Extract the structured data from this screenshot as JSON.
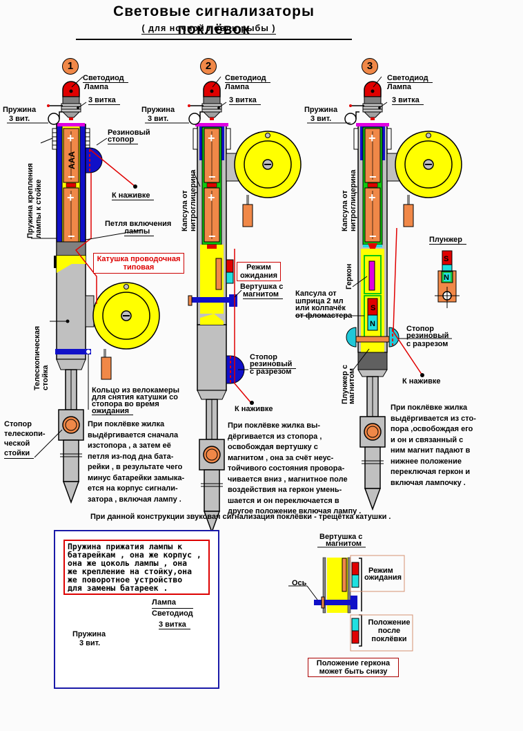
{
  "header": {
    "title": "Световые сигнализаторы поклёвок",
    "subtitle": "( для ночной ловли рыбы )"
  },
  "colors": {
    "battery": "#f08848",
    "body_blue": "#1010c8",
    "reel_yellow": "#ffff00",
    "led_red": "#e00000",
    "gray": "#c0c0c0",
    "green": "#10c810",
    "cyan": "#20e0e0",
    "magenta": "#e000e0",
    "panel_border": "#1a1aa8"
  },
  "designs": [
    {
      "number": "1",
      "labels": {
        "led": "Светодиод",
        "lamp": "Лампа",
        "turns": "3  витка",
        "spring": "Пружина",
        "spring_turns": "3 вит.",
        "rubber_stop_1": "Резиновый",
        "rubber_stop_2": "стопор",
        "battery_type": "AAA",
        "to_bait": "К  наживке",
        "spring_mount_1": "Пружина крепления",
        "spring_mount_2": "лампы к стойке",
        "loop_1": "Петля  включения",
        "loop_2": "лампы",
        "reel_1": "Катушка проводочная",
        "reel_2": "типовая",
        "telescopic_1": "Телескопическая",
        "telescopic_2": "стойка",
        "ring": [
          "Кольцо  из  велокамеры",
          "для  снятия  катушки  со",
          "стопора  во  время",
          "ожидания"
        ],
        "stand_stop": [
          "Стопор",
          "телескопи-",
          "ческой",
          "стойки"
        ]
      },
      "description": [
        "При  поклёвке  жилка",
        "выдёргивается  сначала",
        "изстопора , а затем  её",
        "петля из-под  дна  бата-",
        "рейки , в результате  чего",
        "минус батарейки замыка-",
        "ется  на корпус сигнали-",
        "затора , включая  лампу ."
      ]
    },
    {
      "number": "2",
      "labels": {
        "led": "Светодиод",
        "lamp": "Лампа",
        "turns": "3  витка",
        "spring": "Пружина",
        "spring_turns": "3 вит.",
        "capsule_1": "Капсула  от",
        "capsule_2": "нитроглицерина",
        "standby_1": "Режим",
        "standby_2": "ожидания",
        "spinner_1": "Вертушка  с",
        "spinner_2": "магнитом",
        "stopper_1": "Стопор",
        "stopper_2": "резиновый",
        "stopper_3": "с  разрезом",
        "to_bait": "К  наживке"
      },
      "description": [
        "При  поклёвке  жилка  вы-",
        "дёргивается из стопора ,",
        "освобождая вертушку  с",
        "магнитом , она  за  счёт  неус-",
        "тойчивого  состояния провора-",
        "чивается  вниз , магнитное  поле",
        "воздействия  на  геркон  умень-",
        "шается  и  он  переключается в",
        "другое  положение  включая  лампу ."
      ]
    },
    {
      "number": "3",
      "labels": {
        "led": "Светодиод",
        "lamp": "Лампа",
        "turns": "3  витка",
        "spring": "Пружина",
        "spring_turns": "3 вит.",
        "capsule_1": "Капсула  от",
        "capsule_2": "нитроглицерина",
        "reed": "Геркон",
        "plunger": "Плунжер",
        "syringe": [
          "Капсула  от",
          "шприца 2 мл",
          "или  колпачёк",
          "от  фломастера"
        ],
        "stopper_1": "Стопор",
        "stopper_2": "резиновый",
        "stopper_3": "с  разрезом",
        "plunger_mag_1": "Плунжер  с",
        "plunger_mag_2": "магнитом",
        "to_bait": "К  наживке",
        "magnet_s": "S",
        "magnet_n": "N"
      },
      "description": [
        "При  поклёвке  жилка",
        "выдёргивается  из сто-",
        "пора ,освобождая  его",
        "и он  и  связанный с",
        "ним  магнит падают  в",
        "нижнее  положение",
        "переключая  геркон  и",
        "включая  лампочку ."
      ]
    }
  ],
  "footer_note": "При  данной  конструкции  звуковая  сигнализация  поклёвки - трещётка  катушки .",
  "panel_left": {
    "note": [
      "Пружина  прижатия  лампы  к",
      "батарейкам , она  же  корпус ,",
      "она  же  цоколь  лампы , она",
      "же  крепление  на  стойку,она",
      "же  поворотное  устройство",
      "для  замены  батареек ."
    ],
    "lamp": "Лампа",
    "led": "Светодиод",
    "turns": "3  витка",
    "spring": "Пружина",
    "spring_turns": "3 вит."
  },
  "panel_right": {
    "spinner_1": "Вертушка  с",
    "spinner_2": "магнитом",
    "axis": "Ось",
    "standby_1": "Режим",
    "standby_2": "ожидания",
    "after_1": "Положение",
    "after_2": "после",
    "after_3": "поклёвки",
    "note_1": "Положение  геркона",
    "note_2": "может  быть  снизу"
  }
}
